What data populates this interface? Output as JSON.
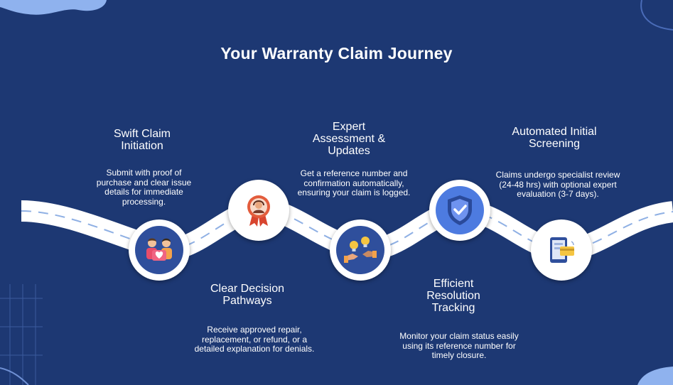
{
  "title": "Your Warranty Claim Journey",
  "colors": {
    "background": "#1d3873",
    "road": "#ffffff",
    "road_dash": "#7fa0d8",
    "accent_blue": "#2f4f9c"
  },
  "steps": [
    {
      "title": "Swift Claim Initiation",
      "description": "Submit with proof of purchase and clear issue details for immediate processing.",
      "icon": "people-with-heart-icon"
    },
    {
      "title": "Clear Decision Pathways",
      "description": "Receive approved repair, replacement, or refund, or a detailed explanation for denials.",
      "icon": "support-agent-badge-icon"
    },
    {
      "title": "Expert Assessment & Updates",
      "description": "Get a reference number and confirmation automatically, ensuring your claim is logged.",
      "icon": "hands-with-lightbulbs-icon"
    },
    {
      "title": "Efficient Resolution Tracking",
      "description": "Monitor your claim status easily using its reference number for timely closure.",
      "icon": "shield-check-icon"
    },
    {
      "title": "Automated Initial Screening",
      "description": "Claims undergo specialist review (24-48 hrs) with optional expert evaluation (3-7 days).",
      "icon": "tablet-card-icon"
    }
  ]
}
